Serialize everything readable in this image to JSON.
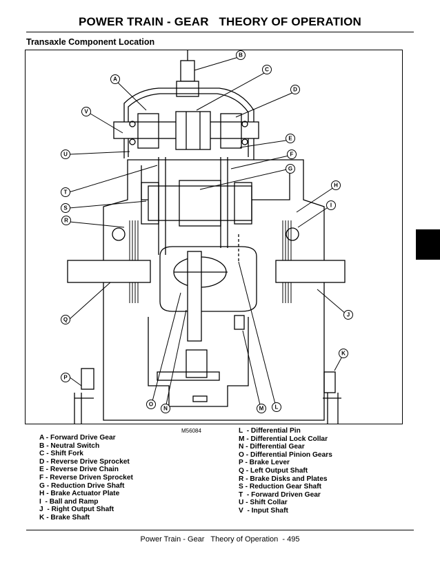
{
  "header": {
    "title": "POWER TRAIN - GEAR   THEORY OF OPERATION"
  },
  "section": {
    "subtitle": "Transaxle Component Location"
  },
  "figure": {
    "code": "M56084",
    "callouts": [
      "A",
      "B",
      "C",
      "D",
      "E",
      "F",
      "G",
      "H",
      "I",
      "J",
      "K",
      "L",
      "M",
      "N",
      "O",
      "P",
      "Q",
      "R",
      "S",
      "T",
      "U",
      "V"
    ]
  },
  "legend_left": [
    "A - Forward Drive Gear",
    "B - Neutral Switch",
    "C - Shift Fork",
    "D - Reverse Drive Sprocket",
    "E - Reverse Drive Chain",
    "F - Reverse Driven Sprocket",
    "G - Reduction Drive Shaft",
    "H - Brake Actuator Plate",
    "I  - Ball and Ramp",
    "J  - Right Output Shaft",
    "K - Brake Shaft"
  ],
  "legend_right": [
    "L  - Differential Pin",
    "M - Differential Lock Collar",
    "N - Differential Gear",
    "O - Differential Pinion Gears",
    "P - Brake Lever",
    "Q - Left Output Shaft",
    "R - Brake Disks and Plates",
    "S - Reduction Gear Shaft",
    "T  - Forward Driven Gear",
    "U - Shift Collar",
    "V  - Input Shaft"
  ],
  "footer": {
    "text": "Power Train - Gear   Theory of Operation  - 495"
  }
}
